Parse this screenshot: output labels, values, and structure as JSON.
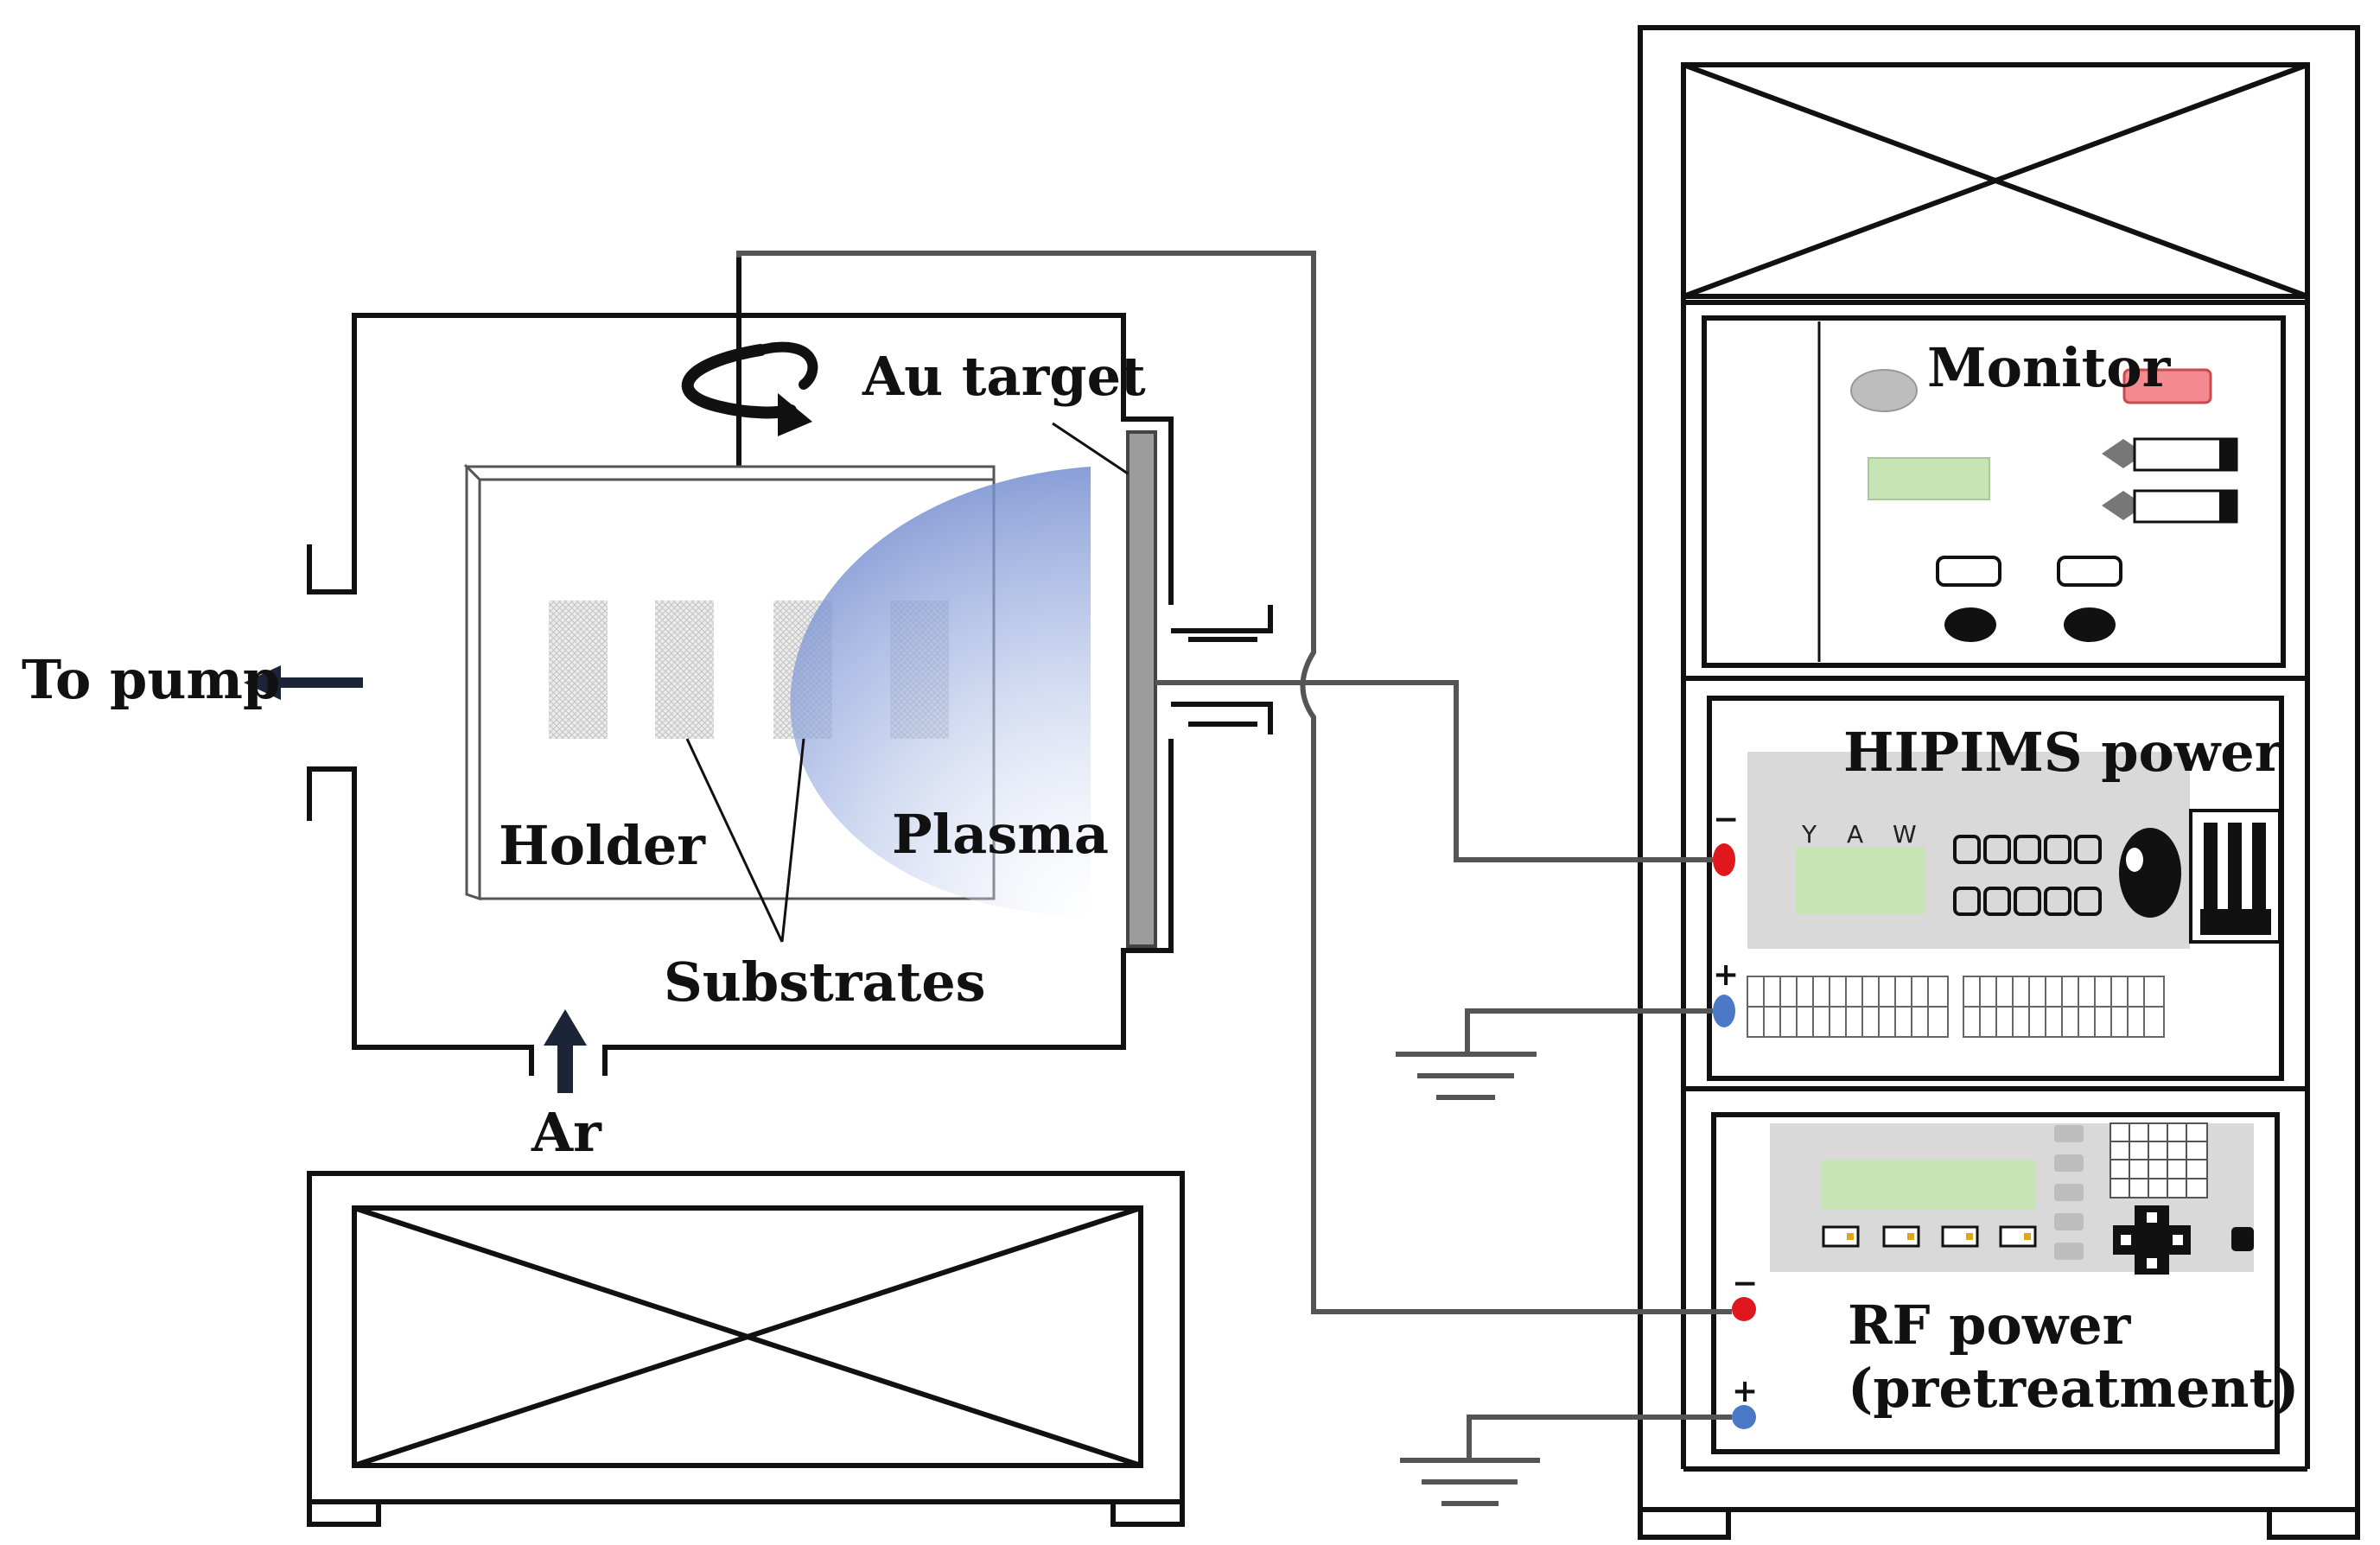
{
  "labels": {
    "to_pump": "To pump",
    "au_target": "Au target",
    "holder": "Holder",
    "plasma": "Plasma",
    "substrates": "Substrates",
    "ar": "Ar",
    "monitor": "Monitor",
    "hipims_power": "HIPIMS power",
    "rf_power_line1": "RF power",
    "rf_power_line2": "(pretreatment)",
    "meter_y": "Y",
    "meter_a": "A",
    "meter_w": "W",
    "terminal_minus": "−",
    "terminal_plus": "+"
  },
  "colors": {
    "line": "#111111",
    "wire": "#555555",
    "plasma": "#7f97d2",
    "panel_gray": "#d9d9d9",
    "display_green": "#c6e4b4",
    "terminal_negative": "#e0181e",
    "terminal_positive": "#4b79c8",
    "indicator_red": "#f28a8f",
    "target_gray": "#9c9c9c"
  }
}
